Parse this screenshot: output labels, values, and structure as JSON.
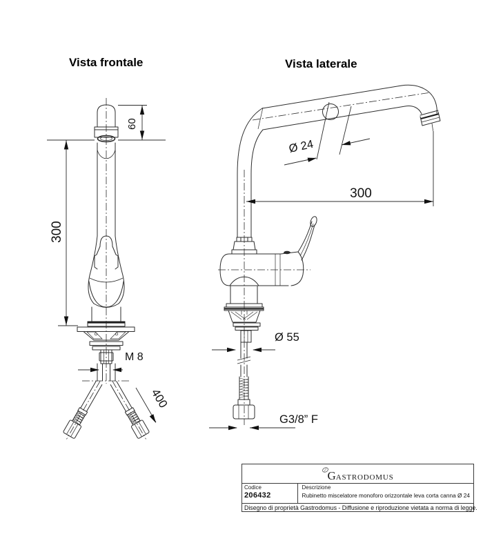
{
  "front_view": {
    "title": "Vista frontale",
    "dim_spout_height": "60",
    "dim_total_height": "300",
    "dim_thread": "M 8",
    "dim_hose_length": "400"
  },
  "side_view": {
    "title": "Vista laterale",
    "dim_spout_diameter": "Ø 24",
    "dim_reach": "300",
    "dim_base_diameter": "Ø 55",
    "dim_connection": "G3/8” F"
  },
  "title_block": {
    "brand_initial": "G",
    "brand_rest": "ASTRODOMUS",
    "code_label": "Codice",
    "code_value": "206432",
    "description_label": "Descrizione",
    "description_value": "Rubinetto miscelatore monoforo orizzontale leva corta canna Ø 24",
    "legal_notice": "Disegno di proprietà Gastrodomus -  Diffusione e riproduzione vietata a norma di legge."
  }
}
